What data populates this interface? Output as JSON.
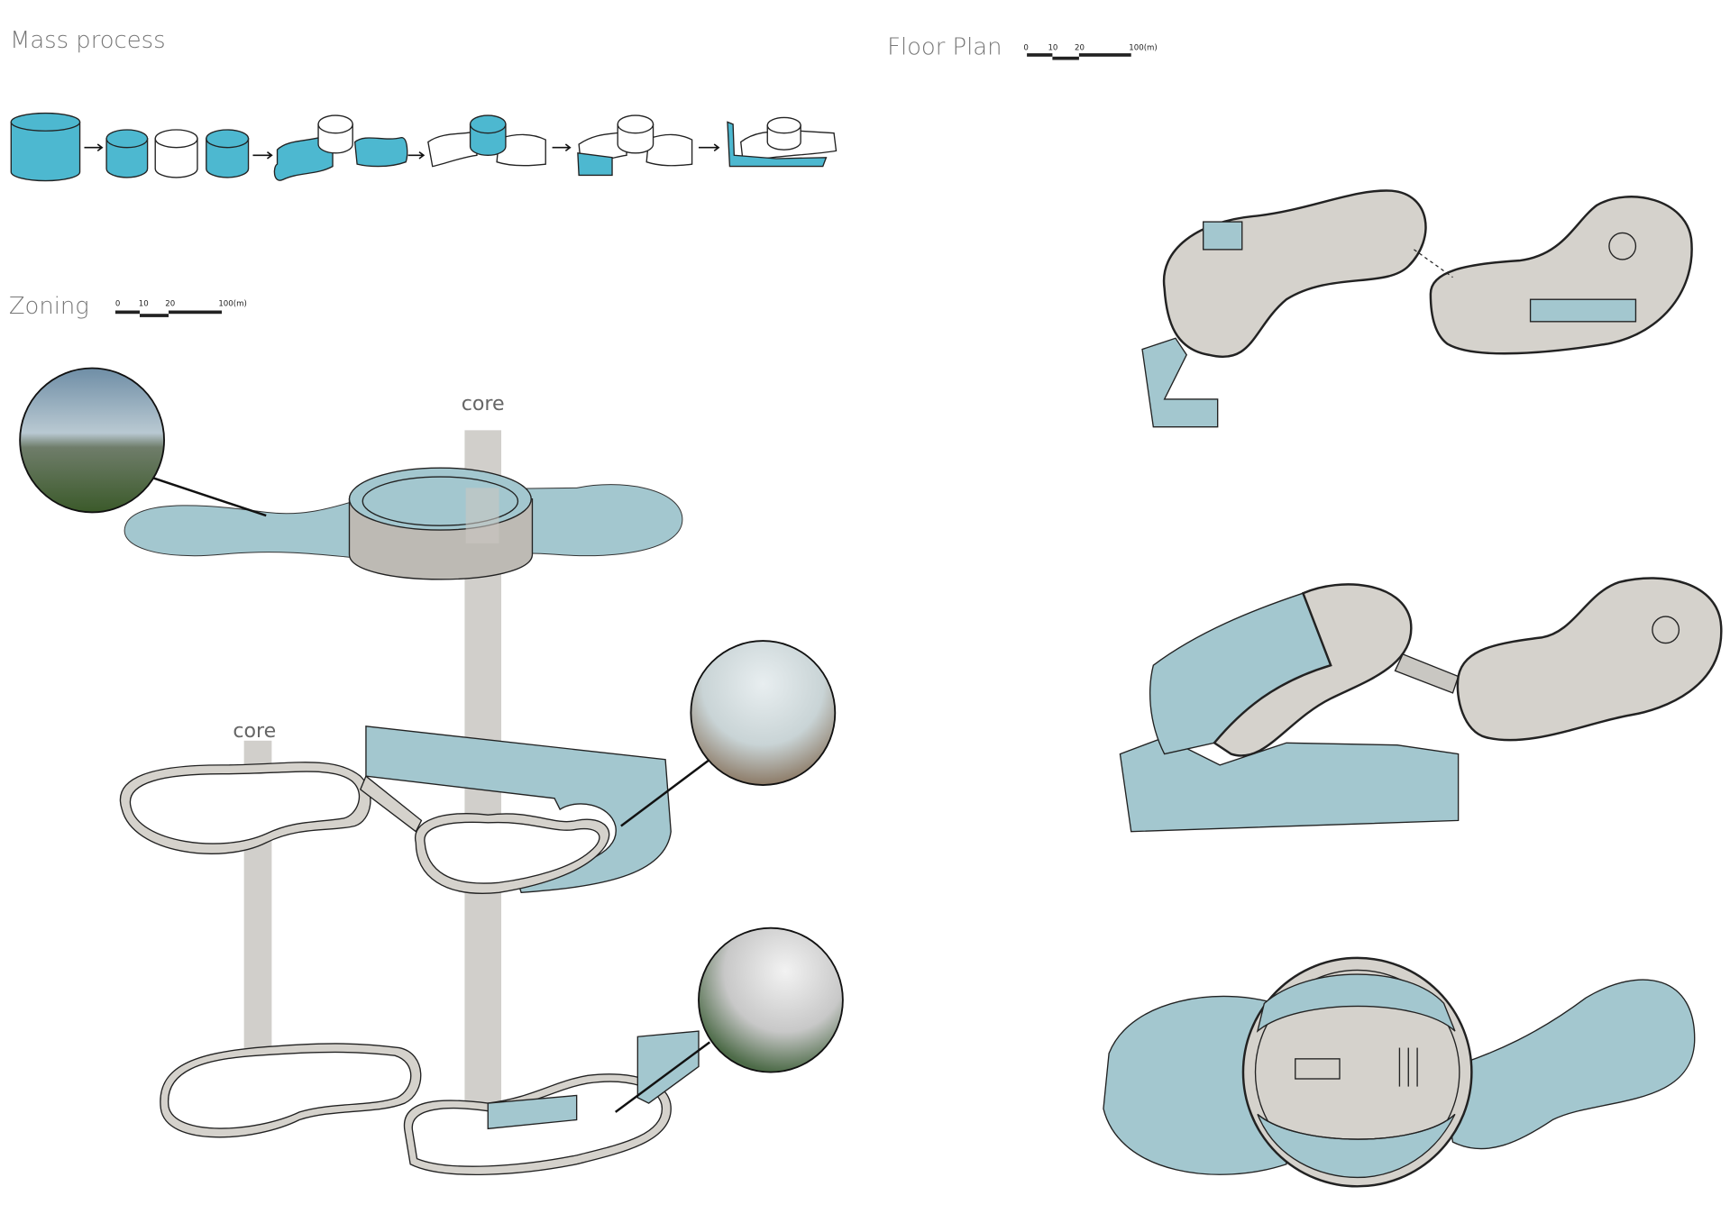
{
  "sections": {
    "mass_process": {
      "title": "Mass process"
    },
    "zoning": {
      "title": "Zoning",
      "core_labels": [
        "core",
        "core"
      ]
    },
    "floor_plan": {
      "title": "Floor Plan"
    }
  },
  "scale_bar": {
    "ticks": [
      "0",
      "10",
      "20",
      "100(m)"
    ]
  },
  "colors": {
    "mass_blue": "#4db8d0",
    "zone_blue": "#a3c7cf",
    "floor_gray": "#d5d2cc",
    "core_gray": "#c9c7c2"
  }
}
